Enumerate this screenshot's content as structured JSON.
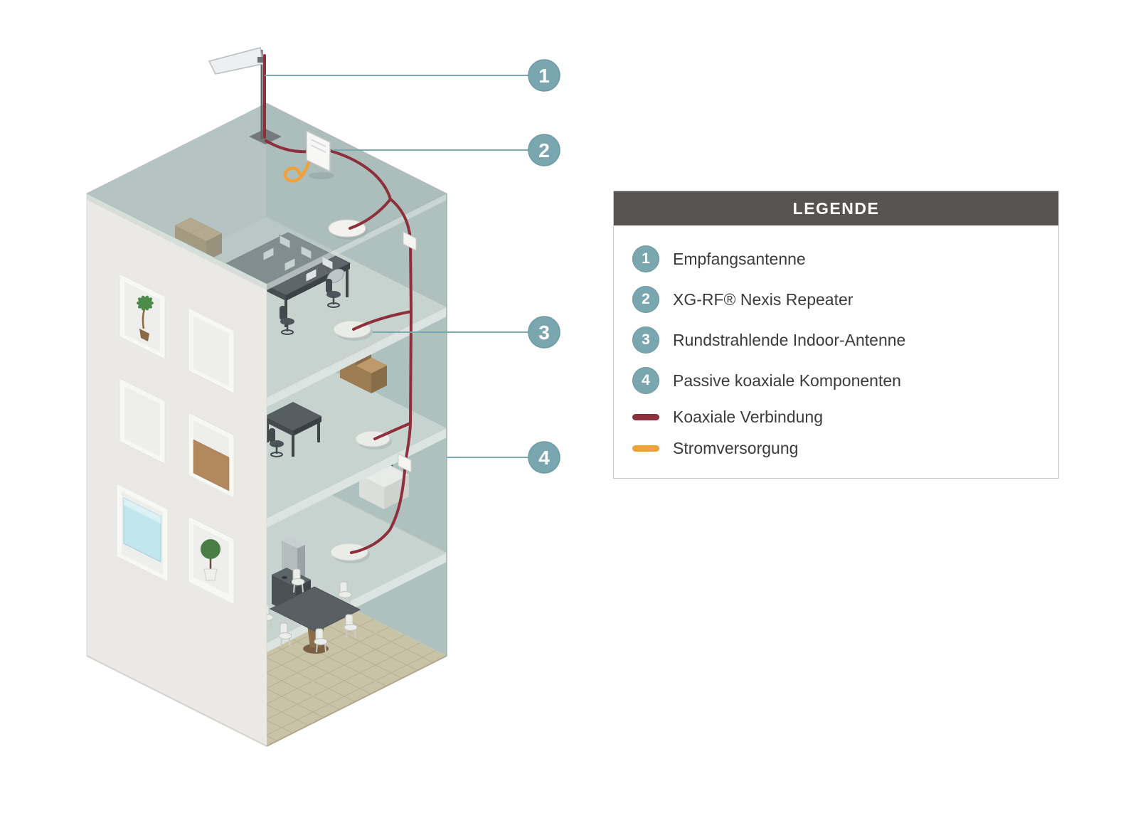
{
  "diagram": {
    "callouts": [
      {
        "number": "1"
      },
      {
        "number": "2"
      },
      {
        "number": "3"
      },
      {
        "number": "4"
      }
    ]
  },
  "legend": {
    "title": "LEGENDE",
    "items": [
      {
        "marker": "1",
        "label": "Empfangsantenne"
      },
      {
        "marker": "2",
        "label": "XG-RF® Nexis Repeater"
      },
      {
        "marker": "3",
        "label": "Rundstrahlende Indoor-Antenne"
      },
      {
        "marker": "4",
        "label": "Passive koaxiale Komponenten"
      }
    ],
    "lines": [
      {
        "label": "Koaxiale Verbindung",
        "color": "#8e2f3c"
      },
      {
        "label": "Stromversorgung",
        "color": "#f0a23a"
      }
    ]
  },
  "colors": {
    "callout_badge": "#7aa6b0",
    "coax_line": "#8e2f3c",
    "power_line": "#f0a23a",
    "legend_header_bg": "#565350"
  }
}
